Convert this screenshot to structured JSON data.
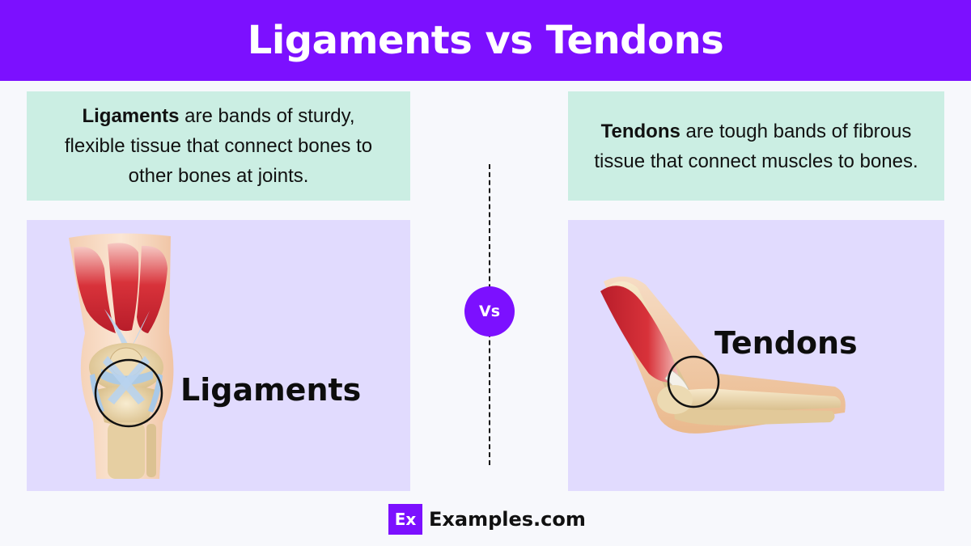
{
  "header": {
    "title": "Ligaments vs Tendons"
  },
  "left": {
    "term": "Ligaments",
    "definition_rest": " are bands of sturdy, flexible tissue that connect bones to other bones at joints.",
    "label": "Ligaments",
    "illustration_icon": "knee-joint-icon"
  },
  "right": {
    "term": "Tendons",
    "definition_rest": " are tough bands of fibrous tissue that connect muscles to bones.",
    "label": "Tendons",
    "illustration_icon": "elbow-joint-icon"
  },
  "vs": {
    "label": "Vs"
  },
  "footer": {
    "logo_mark": "Ex",
    "logo_text": "Examples.com"
  },
  "colors": {
    "brand_purple": "#7c10ff",
    "definition_bg": "#cbeee3",
    "panel_bg": "#e1dbfe",
    "muscle_red": "#d8323a",
    "ligament_blue": "#a9c9e8",
    "bone": "#ecd9b0"
  }
}
